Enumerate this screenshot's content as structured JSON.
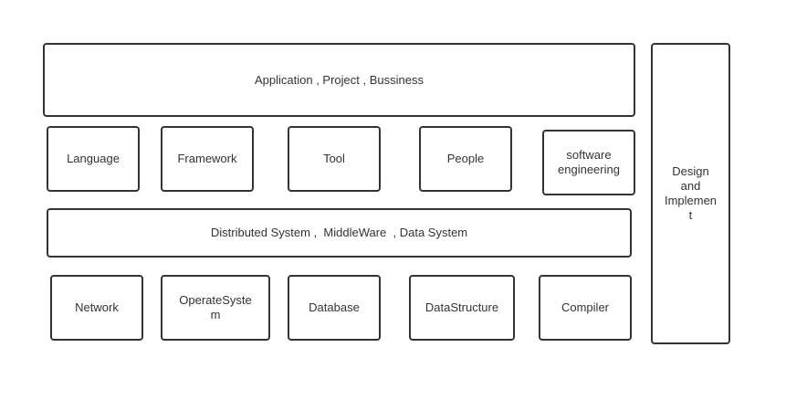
{
  "diagram": {
    "top_layer": {
      "label": "Application , Project , Bussiness"
    },
    "middle_row": [
      {
        "label": "Language"
      },
      {
        "label": "Framework"
      },
      {
        "label": "Tool"
      },
      {
        "label": "People"
      },
      {
        "label": "software\nengineering"
      }
    ],
    "platform_layer": {
      "label": "Distributed System ,  MiddleWare  , Data System"
    },
    "bottom_row": [
      {
        "label": "Network"
      },
      {
        "label": "OperateSyste\nm"
      },
      {
        "label": "Database"
      },
      {
        "label": "DataStructure"
      },
      {
        "label": "Compiler"
      }
    ],
    "side_column": {
      "label": "Design\nand\nImplemen\nt"
    }
  }
}
